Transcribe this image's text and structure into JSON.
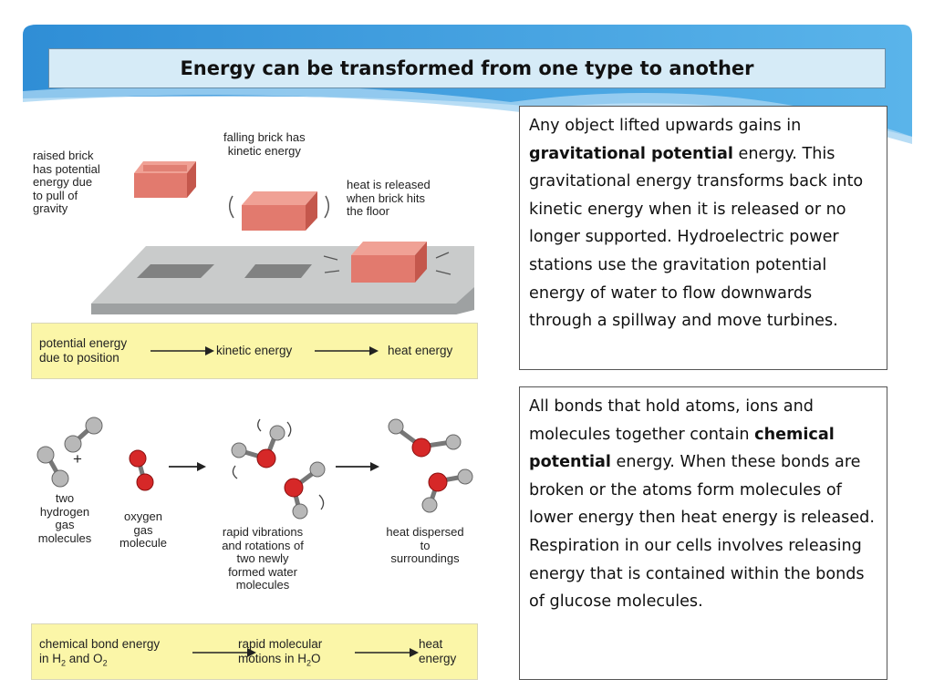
{
  "title": "Energy can be transformed from one type to another",
  "box1": {
    "line1": "Any object lifted upwards gains in",
    "bold": "gravitational potential",
    "rest": " energy. This gravitational energy transforms back into kinetic energy when it is released or no longer supported. Hydroelectric power stations use the gravitation potential energy of water to flow downwards through a spillway and move turbines."
  },
  "box2": {
    "pre": "All bonds that hold atoms, ions and molecules together contain ",
    "bold": "chemical potential",
    "rest": " energy. When these bonds are broken or the atoms form molecules of lower energy then heat energy is released.  Respiration in our cells involves releasing energy that is contained within the bonds of glucose molecules."
  },
  "brick_figure": {
    "label_raised": "raised brick\nhas potential\nenergy due\nto pull of\ngravity",
    "label_falling": "falling brick has\nkinetic energy",
    "label_heat": "heat is released\nwhen brick hits\nthe floor",
    "flow": {
      "step1": "potential energy\ndue to position",
      "step2": "kinetic energy",
      "step3": "heat energy"
    }
  },
  "molecule_figure": {
    "label_hydrogen": "two\nhydrogen\ngas\nmolecules",
    "plus": "+",
    "label_oxygen": "oxygen\ngas\nmolecule",
    "label_vibrations": "rapid vibrations\nand rotations of\ntwo newly\nformed water\nmolecules",
    "label_dispersed": "heat dispersed\nto\nsurroundings",
    "flow": {
      "step1a": "chemical bond energy",
      "step1b": "in H",
      "step1c": "2",
      "step1d": " and O",
      "step1e": "2",
      "step2a": "rapid molecular",
      "step2b": "motions in H",
      "step2c": "2",
      "step2d": "O",
      "step3": "heat\nenergy"
    }
  },
  "colors": {
    "accent_blue": "#3a9ad9",
    "title_fill": "#d6ebf7",
    "flow_yellow": "#fbf6a8",
    "brick": "#e27a6e",
    "oxygen_red": "#d62828",
    "hydrogen_gray": "#b8b8b8"
  }
}
